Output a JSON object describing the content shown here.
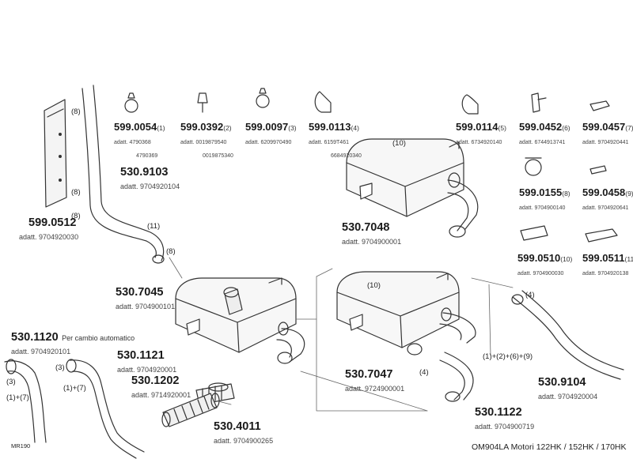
{
  "parts": {
    "p5990054": {
      "code": "599.0054",
      "sub": "(1)",
      "alts": [
        "adatt. 4790368",
        "4790369"
      ]
    },
    "p5990392": {
      "code": "599.0392",
      "sub": "(2)",
      "alts": [
        "adatt. 0019879540",
        "0019875340"
      ]
    },
    "p5990097": {
      "code": "599.0097",
      "sub": "(3)",
      "alts": [
        "adatt. 6209970490"
      ]
    },
    "p5990113": {
      "code": "599.0113",
      "sub": "(4)",
      "alts": [
        "adatt. 6159T461",
        "6684920340"
      ]
    },
    "p5990114": {
      "code": "599.0114",
      "sub": "(5)",
      "alts": [
        "adatt. 6734920140"
      ]
    },
    "p5990452": {
      "code": "599.0452",
      "sub": "(6)",
      "alts": [
        "adatt. 6744913741"
      ]
    },
    "p5990457": {
      "code": "599.0457",
      "sub": "(7)",
      "alts": [
        "adatt. 9704920441"
      ]
    },
    "p5990155": {
      "code": "599.0155",
      "sub": "(8)",
      "alts": [
        "adatt. 9704900140"
      ]
    },
    "p5990458": {
      "code": "599.0458",
      "sub": "(9)",
      "alts": [
        "adatt. 9704920641"
      ]
    },
    "p5990510": {
      "code": "599.0510",
      "sub": "(10)",
      "alts": [
        "adatt. 9704900030"
      ]
    },
    "p5990511": {
      "code": "599.0511",
      "sub": "(11)",
      "alts": [
        "adatt. 9704920138"
      ]
    },
    "p5309103": {
      "code": "530.9103",
      "alt": "adatt. 9704920104"
    },
    "p5990512": {
      "code": "599.0512",
      "alt": "adatt. 9704920030"
    },
    "p5307048": {
      "code": "530.7048",
      "alt": "adatt. 9704900001"
    },
    "p5307045": {
      "code": "530.7045",
      "alt": "adatt. 9704900101"
    },
    "p5301120": {
      "code": "530.1120",
      "note": "Per cambio automatico",
      "alt": "adatt. 9704920101"
    },
    "p5301121": {
      "code": "530.1121",
      "alt": "adatt. 9704920001"
    },
    "p5301202": {
      "code": "530.1202",
      "alt": "adatt. 9714920001"
    },
    "p5304011": {
      "code": "530.4011",
      "alt": "adatt. 9704900265"
    },
    "p5307047": {
      "code": "530.7047",
      "alt": "adatt. 9724900001"
    },
    "p5309104": {
      "code": "530.9104",
      "alt": "adatt. 9704920004"
    },
    "p5301122": {
      "code": "530.1122",
      "alt": "adatt. 9704900719"
    }
  },
  "callouts": {
    "heatshield_8a": "(8)",
    "heatshield_8b": "(8)",
    "heatshield_8c": "(8)",
    "pipe_11": "(11)",
    "pipe_8": "(8)",
    "box_top_10": "(10)",
    "box_bottom_10": "(10)",
    "pipe_4_right": "(4)",
    "pipe_4_center": "(4)",
    "combo_1_2_6_9": "(1)+(2)+(6)+(9)",
    "pipe_3_a": "(3)",
    "pipe_3_b": "(3)",
    "combo_1_7_a": "(1)+(7)",
    "combo_1_7_b": "(1)+(7)"
  },
  "footer": {
    "left": "MR190",
    "right": "OM904LA  Motori 122HK / 152HK / 170HK"
  }
}
